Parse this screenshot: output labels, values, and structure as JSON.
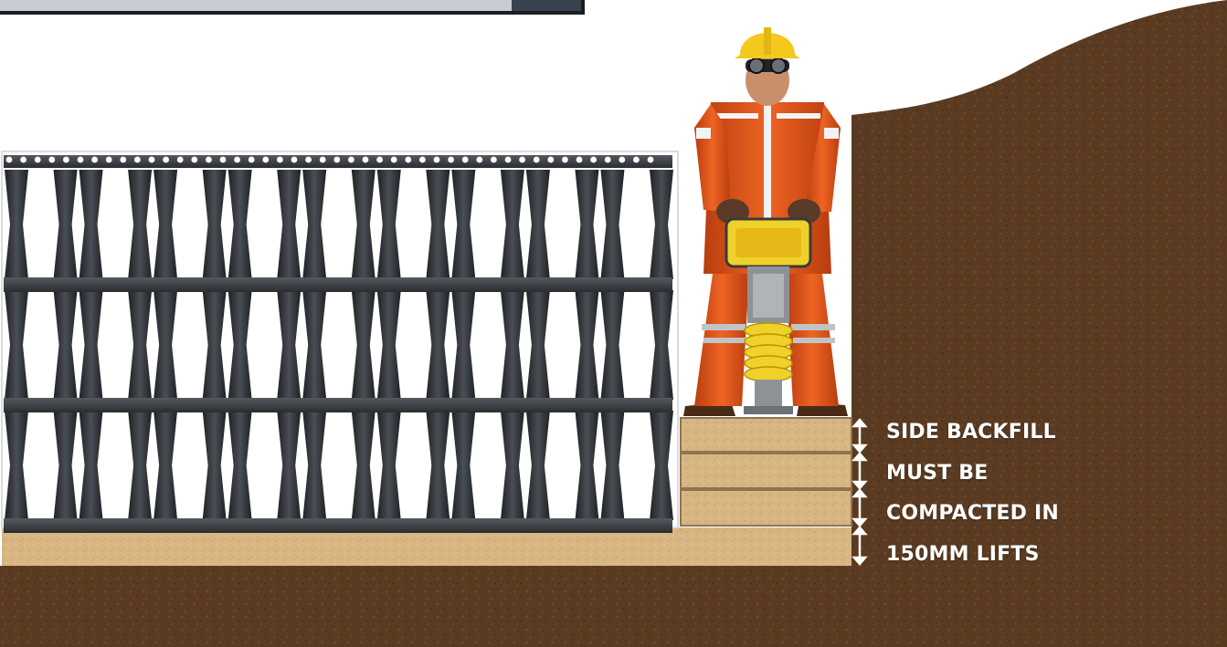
{
  "annotation": {
    "lines": [
      "SIDE BACKFILL",
      "MUST BE",
      "COMPACTED IN",
      "150MM LIFTS"
    ]
  },
  "layers": {
    "lift_count": 4,
    "lift_thickness": "150MM"
  },
  "crate_module": {
    "rows": 3,
    "columns": 9
  },
  "colors": {
    "soil": "#5a3b22",
    "backfill": "#d9b884",
    "crate": "#2f3236",
    "coverall": "#e2561b",
    "helmet": "#f4c81c",
    "tamper": "#f0d12a",
    "caption_text": "#ffffff"
  },
  "icons": {
    "worker": "worker-with-rammer-icon",
    "lift_arrow": "double-arrow-icon"
  }
}
